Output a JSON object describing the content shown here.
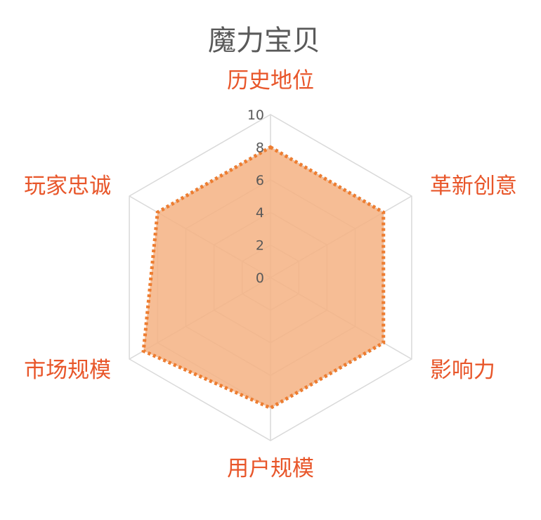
{
  "chart_data": {
    "type": "radar",
    "title": "魔力宝贝",
    "categories": [
      "历史地位",
      "革新创意",
      "影响力",
      "用户规模",
      "市场规模",
      "玩家忠诚"
    ],
    "series": [
      {
        "values": [
          8,
          8,
          8,
          8,
          9,
          8
        ]
      }
    ],
    "rlim": [
      0,
      10
    ],
    "ticks": [
      "0",
      "2",
      "4",
      "6",
      "8",
      "10"
    ],
    "grid": true,
    "legend": "none",
    "colors": {
      "fill": "#f4b183",
      "line": "#ed7d31",
      "category_label": "#e8562a",
      "grid": "#d9d9d9"
    }
  }
}
